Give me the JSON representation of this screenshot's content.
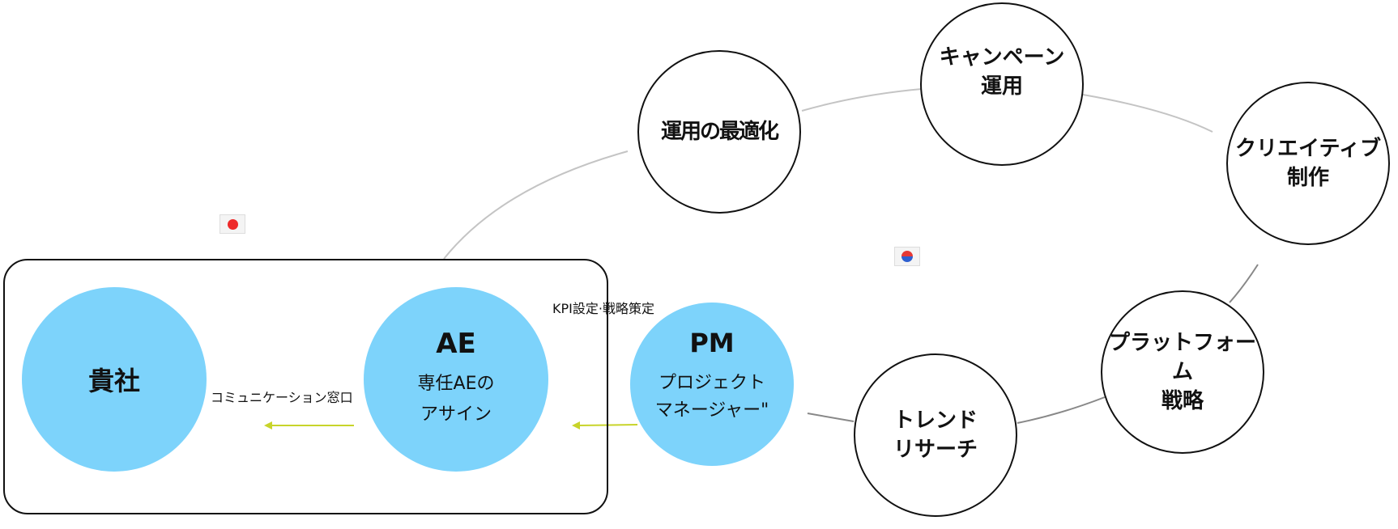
{
  "japan_team": {
    "flag": "japan-flag",
    "client": {
      "label": "貴社"
    },
    "ae": {
      "title": "AE",
      "line1": "専任AEの",
      "line2": "アサイン"
    },
    "client_ae_link": "コミュニケーション窓口",
    "ae_pm_link": "KPI設定·戦略策定"
  },
  "pm": {
    "title": "PM",
    "line1": "プロジェクト",
    "line2": "マネージャー\""
  },
  "korea_team": {
    "flag": "korea-flag",
    "cycle": [
      {
        "line1": "トレンド",
        "line2": "リサーチ"
      },
      {
        "line1": "プラットフォー",
        "line2": "ム",
        "line3": "戦略"
      },
      {
        "line1": "クリエイティブ",
        "line2": "制作"
      },
      {
        "line1": "キャンペーン",
        "line2": "運用"
      },
      {
        "line1": "運用の最適化"
      }
    ]
  },
  "colors": {
    "bubble": "#7dd3fb",
    "arrow": "#c8d42a",
    "link": "#bdbdbd"
  }
}
